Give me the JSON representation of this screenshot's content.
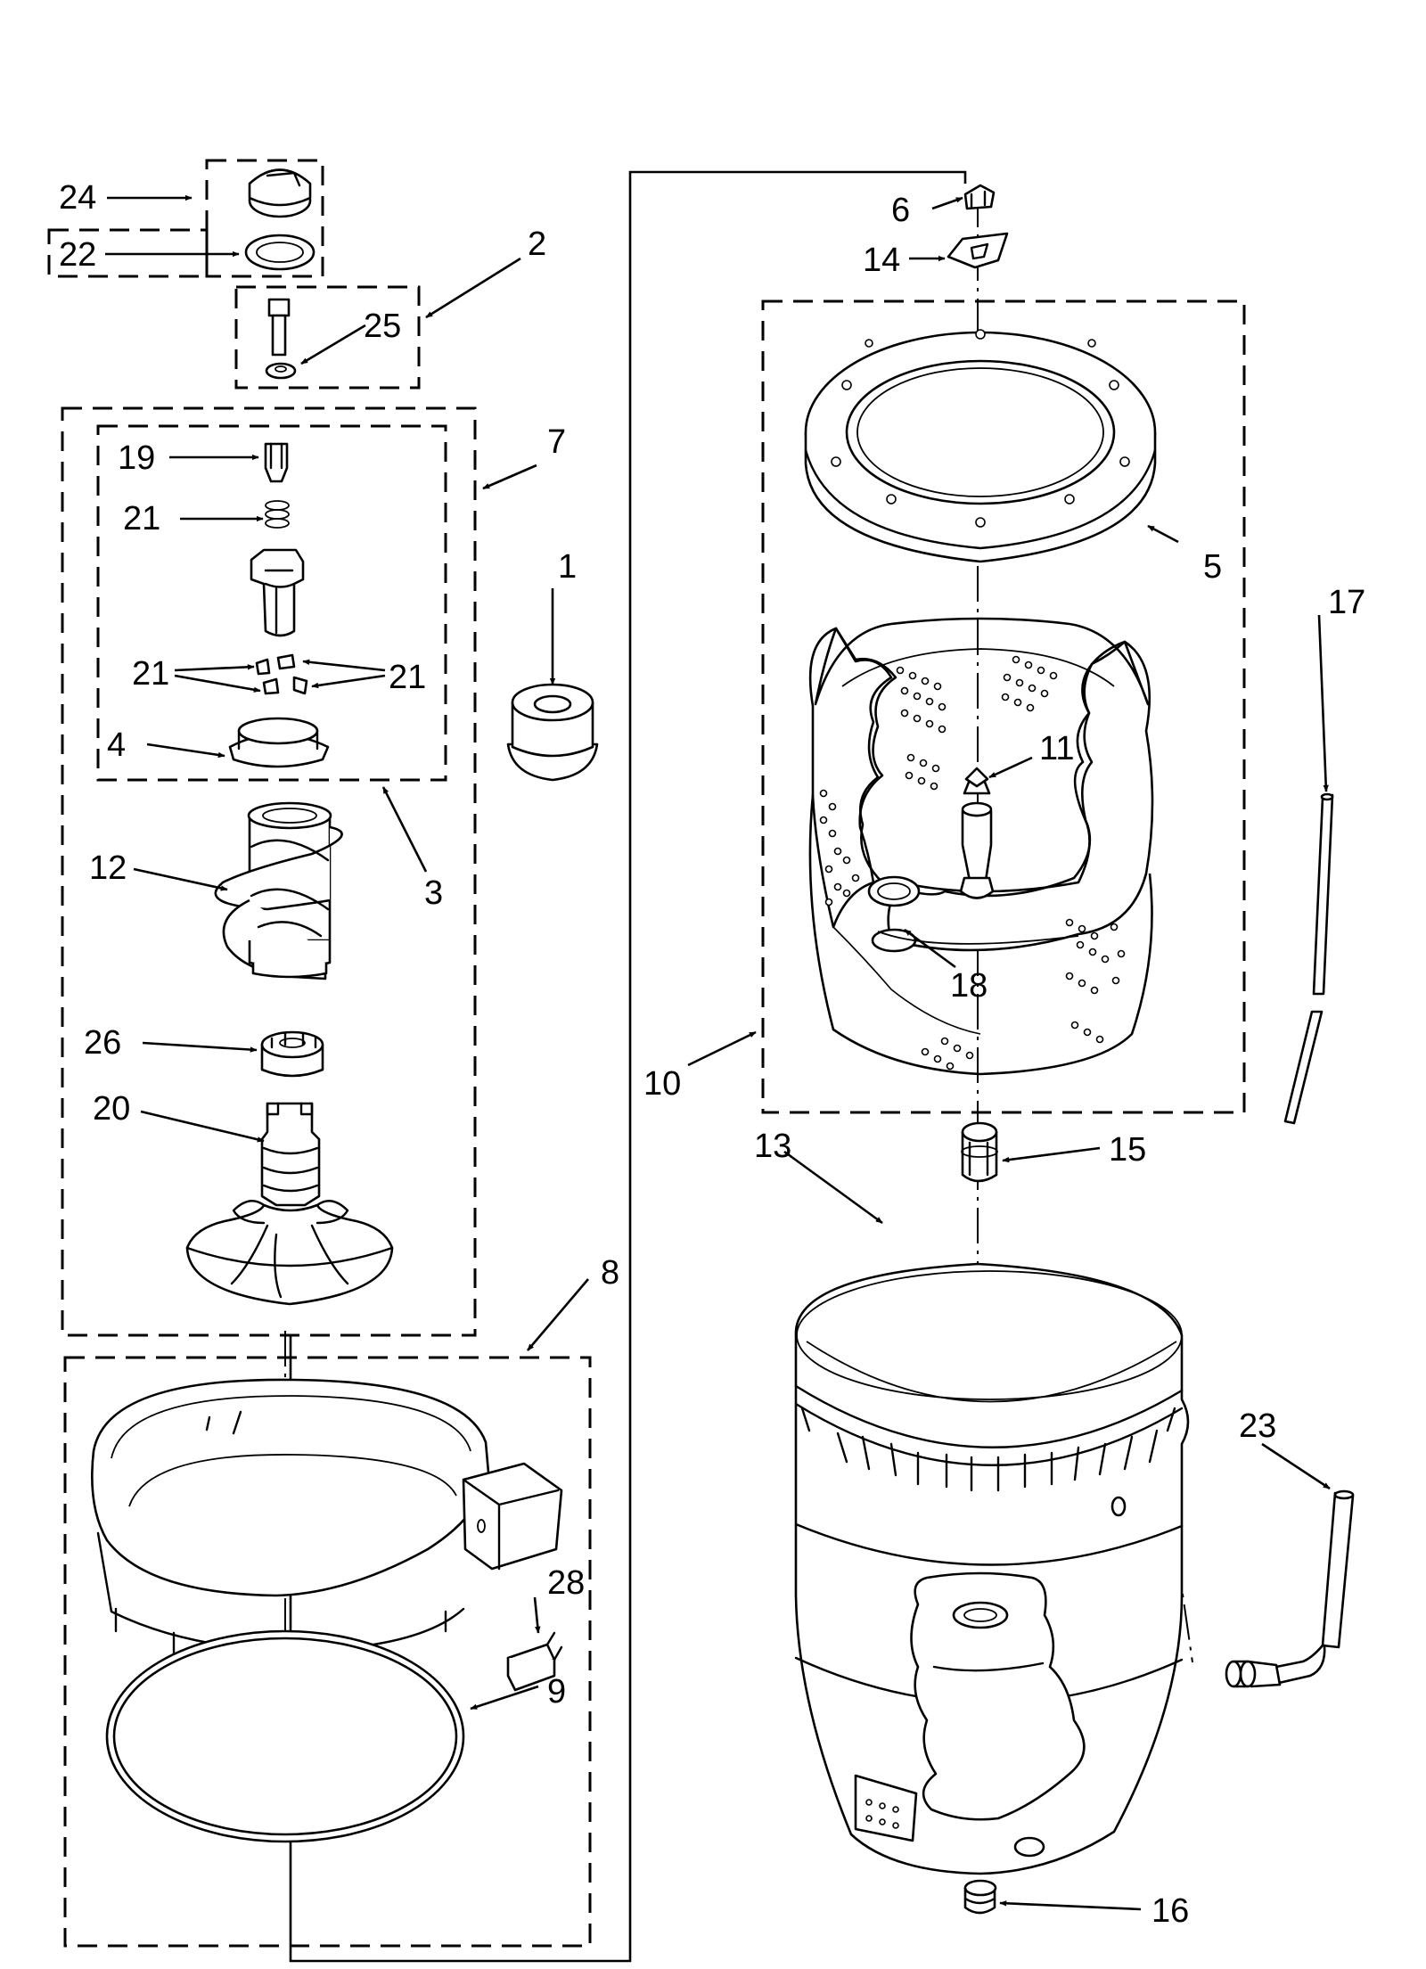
{
  "colors": {
    "line": "#000000",
    "background": "#ffffff"
  },
  "callouts": [
    "1",
    "2",
    "3",
    "4",
    "5",
    "6",
    "7",
    "8",
    "9",
    "10",
    "11",
    "12",
    "13",
    "14",
    "15",
    "16",
    "17",
    "18",
    "19",
    "20",
    "21",
    "21",
    "22",
    "23",
    "24",
    "25",
    "26",
    "27",
    "28"
  ]
}
